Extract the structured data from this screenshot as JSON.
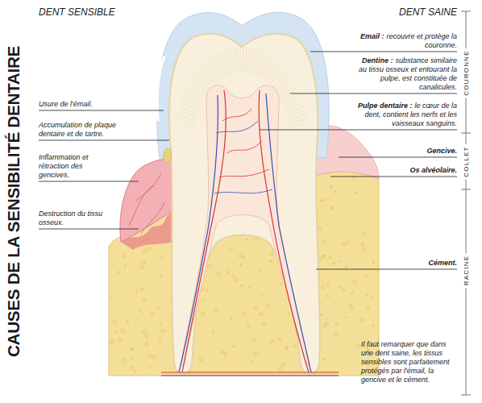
{
  "diagram": {
    "title": "CAUSES DE LA SENSIBILITÉ DENTAIRE",
    "labels": [
      "DENT SENSIBLE",
      "DENT SAINE",
      "COURONNE",
      "Email :",
      "recouvre et protège la couronne.",
      "Dentine :",
      "substance similaire au tissu osseux et entourant la pulpe, est constituée de canalicules.",
      "Usure de l'émail.",
      "Pulpe dentaire :",
      "le cœur de la dent, contient les nerfs et les vaisseaux sanguins.",
      "Accumulation de plaque dentaire et de tartre.",
      "Gencive.",
      "COLLET",
      "Inflammation et rétraction des gencives.",
      "Os alvéolaire.",
      "Destruction du tissu osseux.",
      "Cément.",
      "RACINE",
      "Il faut remarquer que dans une dent saine, les tissus sensibles sont parfaitement protégés par l'émail, la gencive et le cément."
    ]
  }
}
